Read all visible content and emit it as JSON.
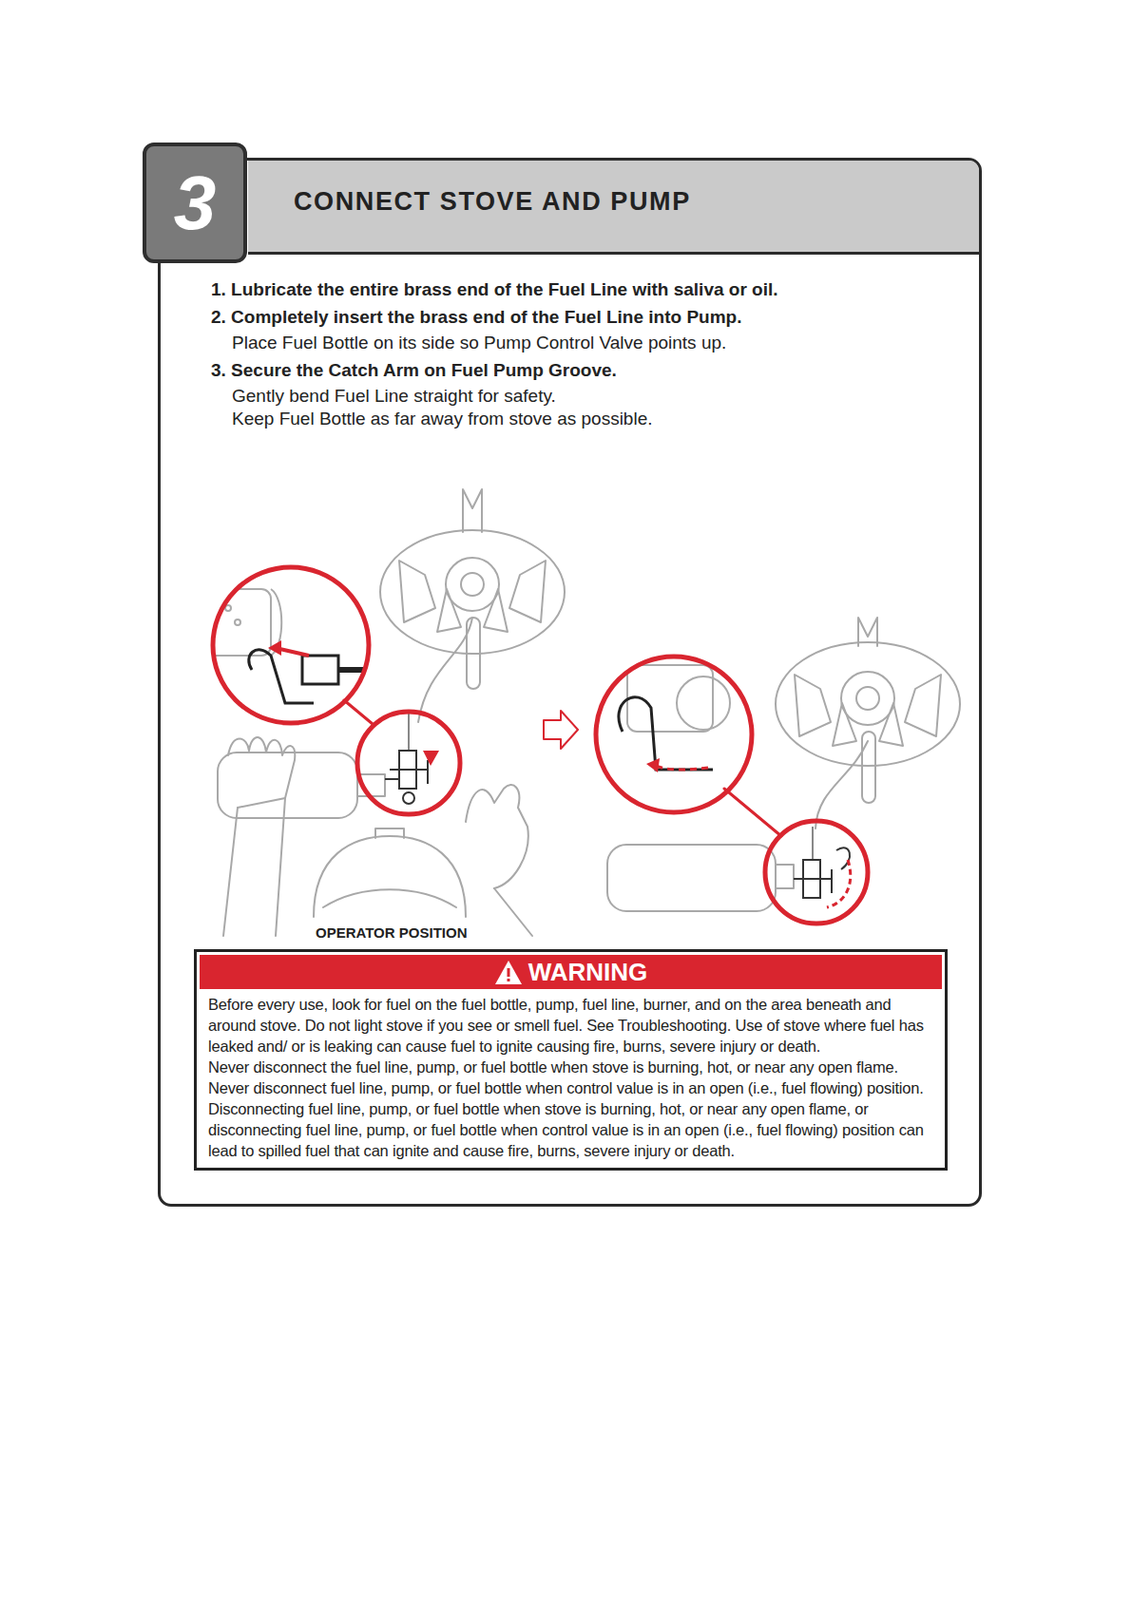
{
  "diagram": {
    "title": "CONNECT STOVE AND PUMP",
    "nodes": [
      {
        "text": [
          "3"
        ]
      },
      {
        "text": [
          "Before every use, look for fuel on the fuel bottle, pump, fuel line, burner, and on the area beneath and around stove. Do not light stove if you see or smell fuel. See Troubleshooting. Use of stove where fuel has leaked and/ or is leaking can cause fuel to ignite causing fire, burns, severe injury or death.",
          "Never disconnect the fuel line, pump, or fuel bottle when stove is burning, hot, or near any open flame. Never disconnect fuel line, pump, or fuel bottle when control value is in an open (i.e., fuel flowing) position. Disconnecting fuel line, pump, or fuel bottle when stove is burning, hot, or near any open flame, or disconnecting fuel line, pump, or fuel bottle when control value is in an open (i.e., fuel flowing) position can lead to spilled fuel that can ignite and cause fire, burns, severe injury or death."
        ]
      },
      {
        "text": [
          "WARNING"
        ],
        "in": 1
      }
    ],
    "labels": [
      "1. Lubricate the entire brass end of the Fuel Line with saliva or oil.",
      "2. Completely insert the brass end of the Fuel Line into Pump.",
      "Place Fuel Bottle on its side so Pump Control Valve points up.",
      "3. Secure the Catch Arm on Fuel Pump Groove.",
      "Gently bend Fuel Line straight for safety.",
      "Keep Fuel Bottle as far away from stove as possible.",
      "OPERATOR POSITION"
    ]
  }
}
